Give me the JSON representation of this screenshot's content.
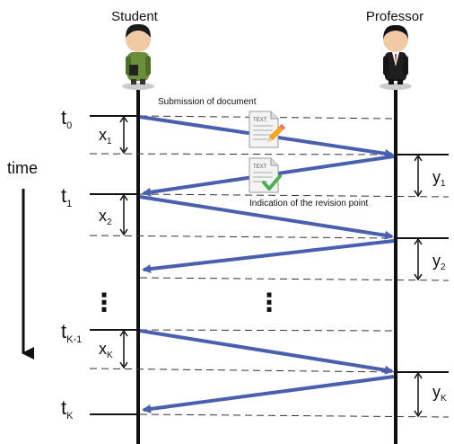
{
  "actors": {
    "student": {
      "label": "Student",
      "icon": "student-figure-icon"
    },
    "professor": {
      "label": "Professor",
      "icon": "professor-figure-icon"
    }
  },
  "axis_label": "time",
  "messages": {
    "submission": "Submission of document",
    "indication": "Indication of the revision point"
  },
  "time_labels": {
    "t0": {
      "main": "t",
      "sub": "0"
    },
    "t1": {
      "main": "t",
      "sub": "1"
    },
    "tK1": {
      "main": "t",
      "sub": "K-1"
    },
    "tK": {
      "main": "t",
      "sub": "K"
    }
  },
  "intervals": {
    "x1": {
      "main": "x",
      "sub": "1"
    },
    "x2": {
      "main": "x",
      "sub": "2"
    },
    "xK": {
      "main": "x",
      "sub": "K"
    },
    "y1": {
      "main": "y",
      "sub": "1"
    },
    "y2": {
      "main": "y",
      "sub": "2"
    },
    "yK": {
      "main": "y",
      "sub": "K"
    }
  },
  "doc_icons": {
    "submission_doc": {
      "label": "TEXT",
      "icon": "document-pencil-icon"
    },
    "revision_doc": {
      "label": "TEXT",
      "icon": "document-check-icon"
    }
  },
  "ellipsis": "⋮",
  "colors": {
    "arrow": "#4a5fad",
    "line": "#111111",
    "dashed": "#333333",
    "check": "#4caf50",
    "pencil": "#f5a623"
  }
}
